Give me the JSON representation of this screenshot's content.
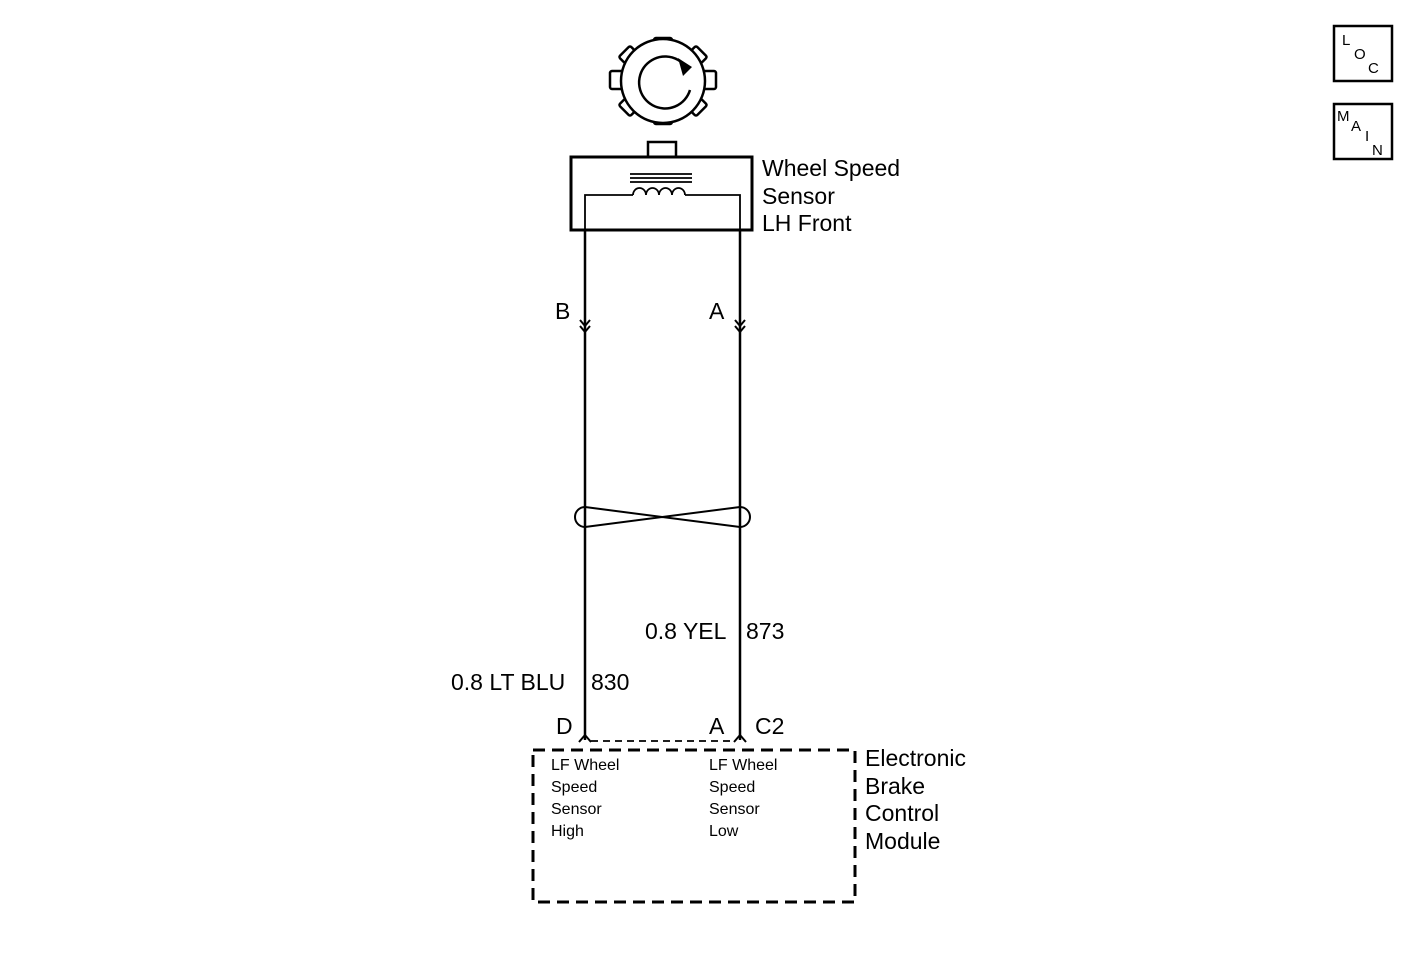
{
  "sensor": {
    "name_lines": [
      "Wheel Speed",
      "Sensor",
      "LH Front"
    ]
  },
  "connector_top": {
    "pin_left": "B",
    "pin_right": "A"
  },
  "wires": {
    "left": {
      "size_color": "0.8 LT BLU",
      "circuit": "830"
    },
    "right": {
      "size_color": "0.8 YEL",
      "circuit": "873"
    }
  },
  "connector_bottom": {
    "pin_left": "D",
    "pin_right": "A",
    "id": "C2"
  },
  "module": {
    "name_lines": [
      "Electronic",
      "Brake",
      "Control",
      "Module"
    ],
    "pin_left_desc": [
      "LF Wheel",
      "Speed",
      "Sensor",
      "High"
    ],
    "pin_right_desc": [
      "LF Wheel",
      "Speed",
      "Sensor",
      "Low"
    ]
  },
  "nav": {
    "loc": [
      "L",
      "O",
      "C"
    ],
    "main": [
      "M",
      "A",
      "I",
      "N"
    ]
  }
}
